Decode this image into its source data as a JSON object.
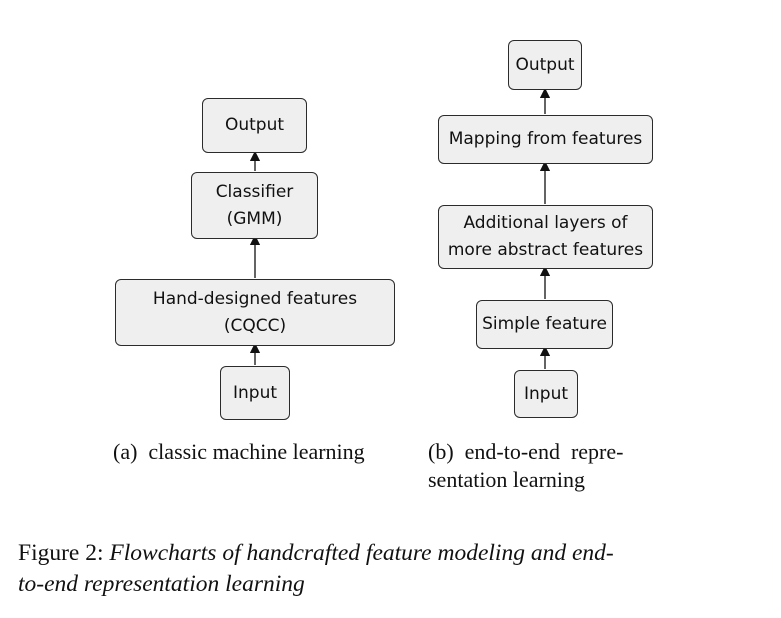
{
  "diagram_a": {
    "nodes": {
      "input": "Input",
      "features": "Hand-designed features\n(CQCC)",
      "classifier": "Classifier\n(GMM)",
      "output": "Output"
    },
    "subcaption_label": "(a)",
    "subcaption_text": "classic machine learning"
  },
  "diagram_b": {
    "nodes": {
      "input": "Input",
      "simple": "Simple feature",
      "additional": "Additional layers of\nmore  abstract features",
      "mapping": "Mapping from features",
      "output": "Output"
    },
    "subcaption_label": "(b)",
    "subcaption_line1": "end-to-end  repre-",
    "subcaption_line2": "sentation learning"
  },
  "figure_caption": {
    "label": "Figure 2:",
    "text_line1": "Flowcharts of handcrafted feature modeling and end-",
    "text_line2": "to-end representation learning"
  }
}
